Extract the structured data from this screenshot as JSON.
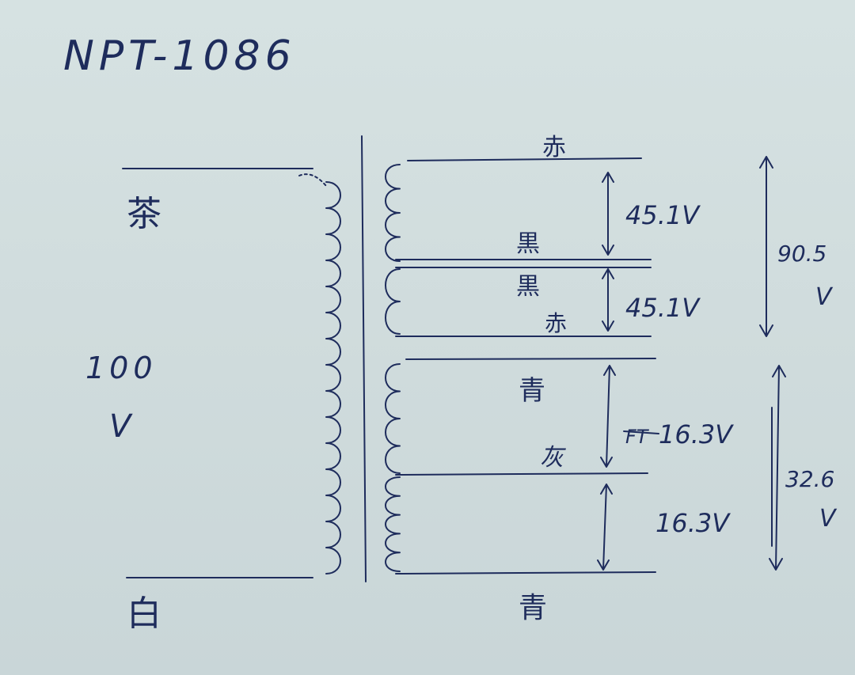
{
  "title": "NPT-1086",
  "primary": {
    "top_wire": "茶",
    "bottom_wire": "白",
    "voltage": "100",
    "voltage_unit": "V"
  },
  "secondary": {
    "winding_a": {
      "top_wire": "赤",
      "tap_wire_1": "黒",
      "tap_wire_2": "黒",
      "bottom_wire": "赤",
      "upper_voltage": "45.1V",
      "lower_voltage": "45.1V",
      "total_voltage": "90.5",
      "total_unit": "V"
    },
    "winding_b": {
      "top_wire": "青",
      "tap_wire": "灰",
      "bottom_wire": "青",
      "upper_voltage": "16.3V",
      "upper_struck": "FT",
      "lower_voltage": "16.3V",
      "total_voltage": "32.6",
      "total_unit": "V"
    }
  },
  "colors": {
    "ink": "#1e2c5c",
    "paper": "#d3dfe0"
  }
}
